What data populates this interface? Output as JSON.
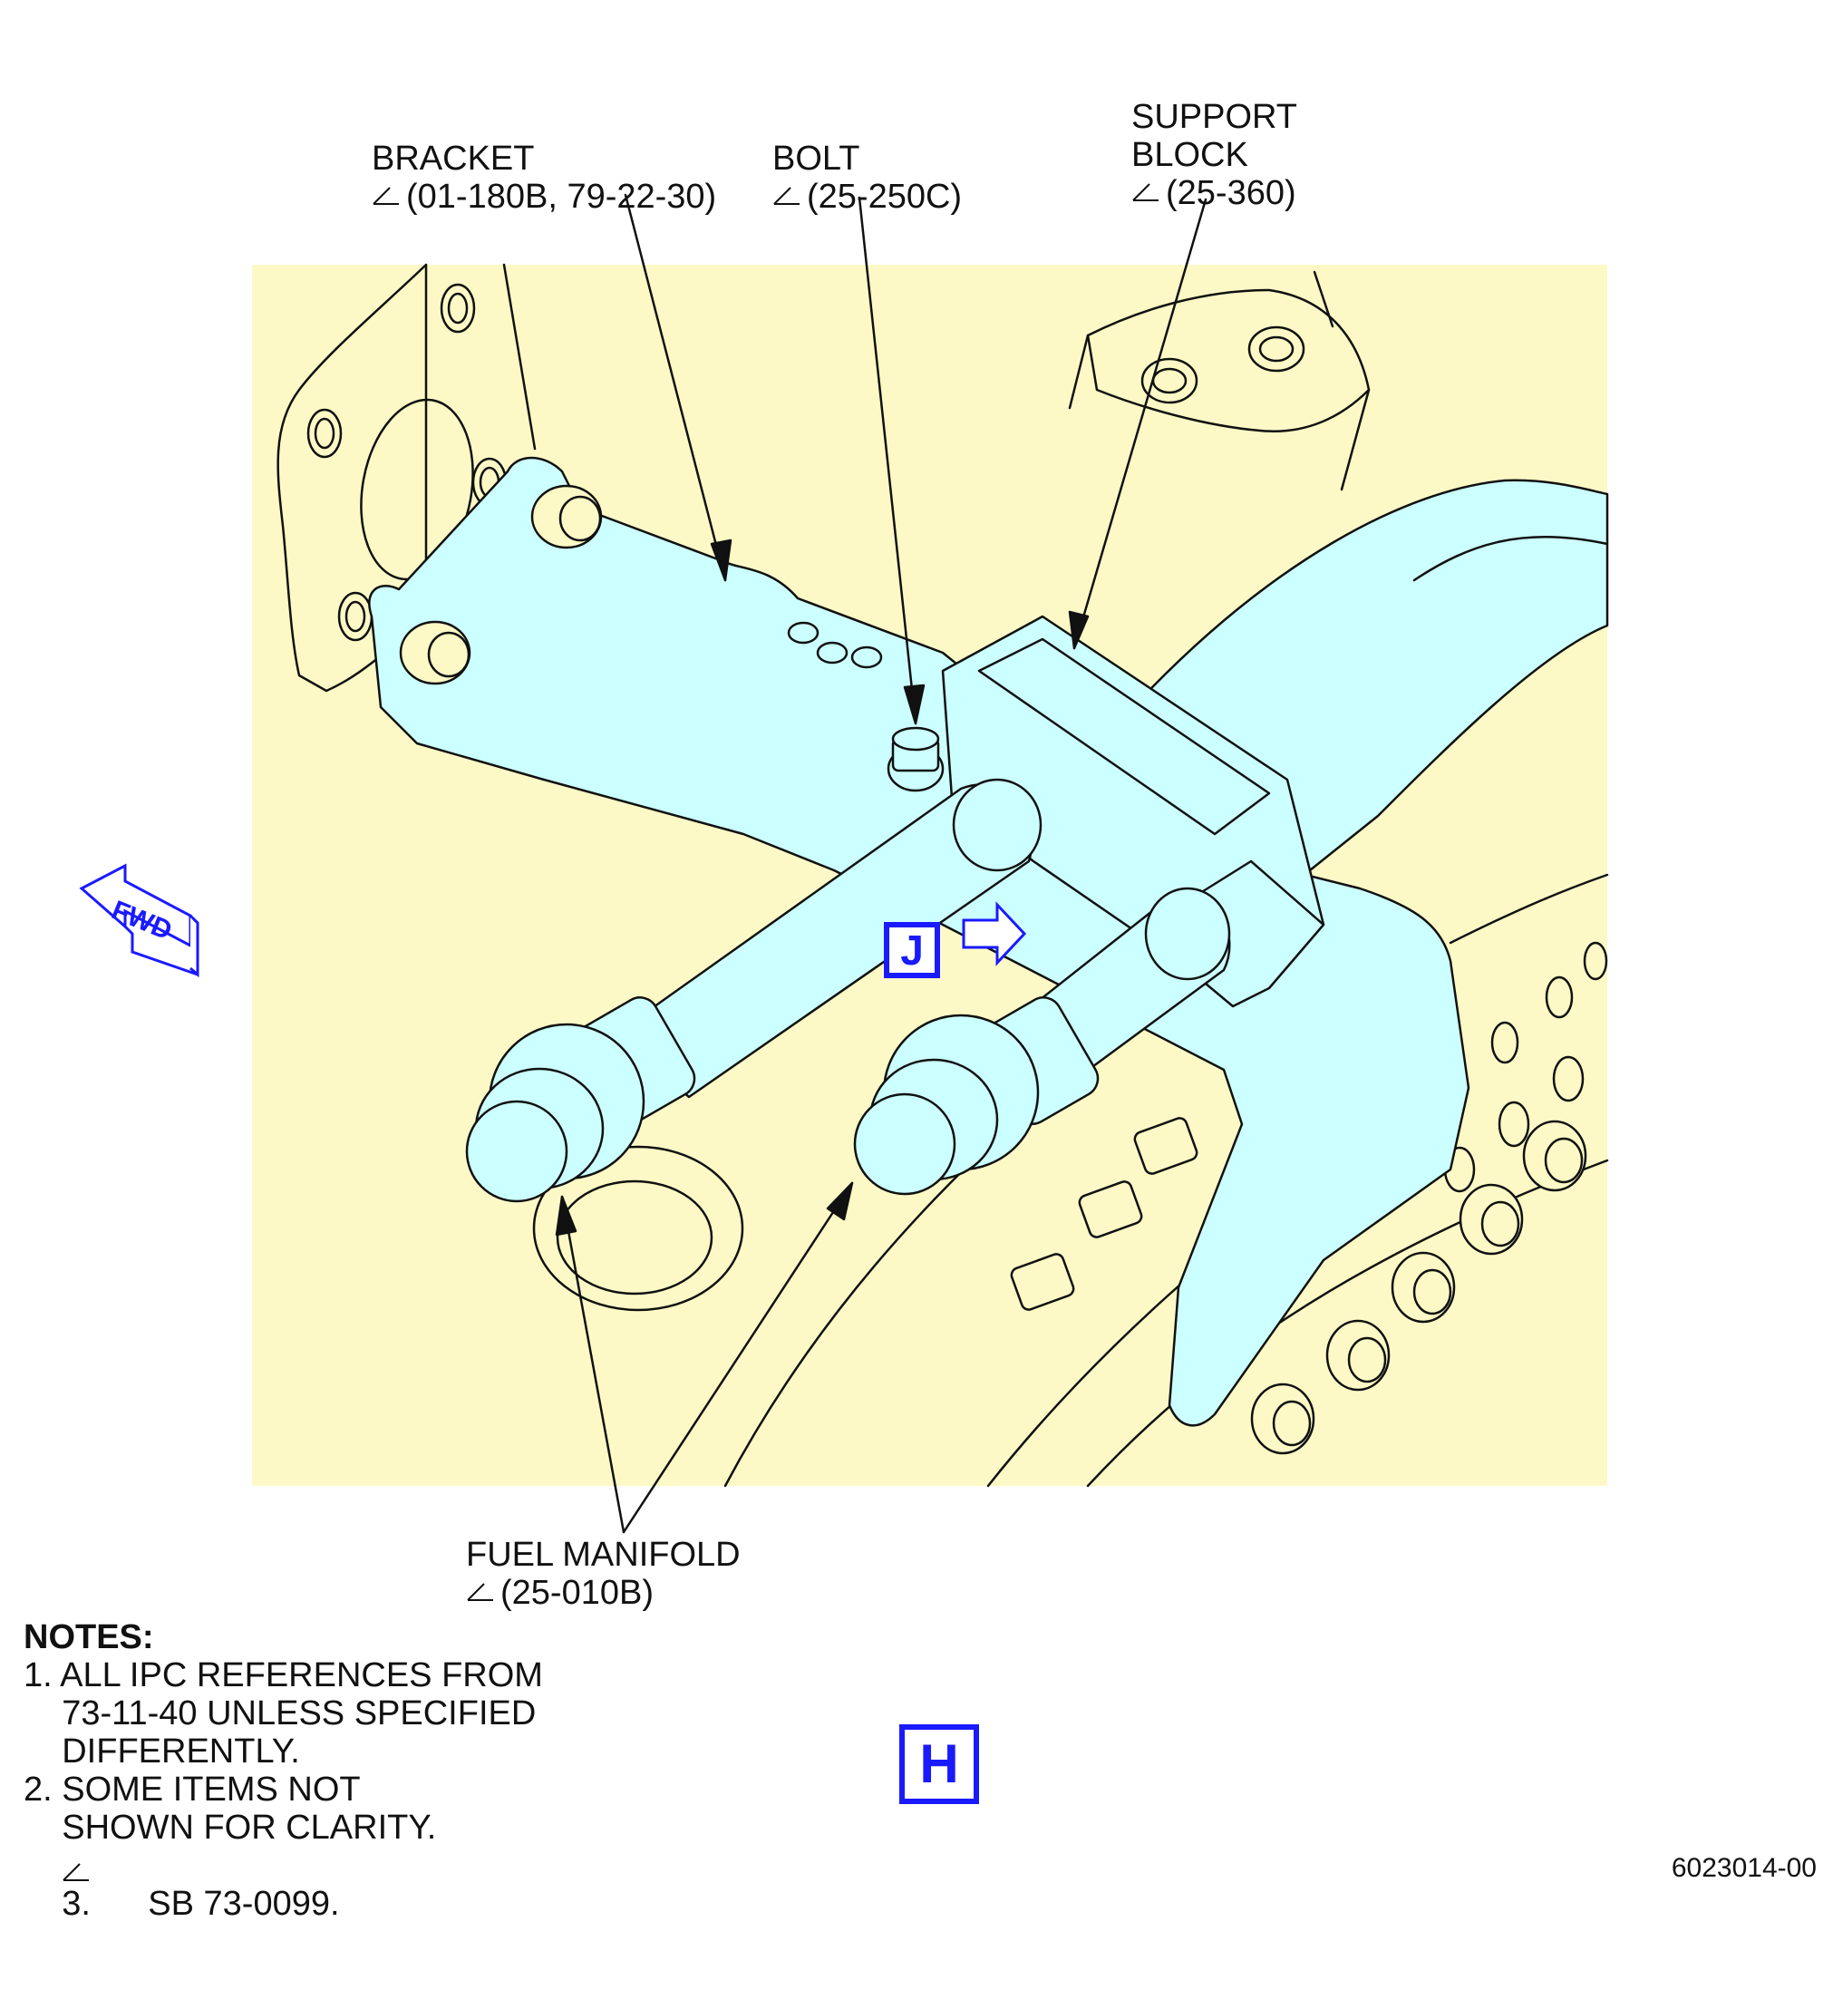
{
  "callouts": {
    "bracket": {
      "name": "BRACKET",
      "ref": "(01-180B, 79-22-30)"
    },
    "bolt": {
      "name": "BOLT",
      "ref": "(25-250C)"
    },
    "support_block": {
      "name_line1": "SUPPORT",
      "name_line2": "BLOCK",
      "ref": "(25-360)"
    },
    "fuel_manifold": {
      "name": "FUEL MANIFOLD",
      "ref": "(25-010B)"
    }
  },
  "direction_arrow": {
    "label": "FWD"
  },
  "view_markers": {
    "j": "J",
    "h": "H"
  },
  "notes": {
    "title": "NOTES:",
    "lines": [
      "1. ALL IPC REFERENCES FROM",
      "    73-11-40 UNLESS SPECIFIED",
      "    DIFFERENTLY.",
      "2. SOME ITEMS NOT",
      "    SHOWN FOR CLARITY.",
      "3.      SB 73-0099."
    ]
  },
  "figure_id": "6023014-00",
  "colors": {
    "background_panel": "#fdf9c6",
    "highlighted_parts": "#ccffff",
    "marker_blue": "#1a1aff",
    "line": "#111111"
  }
}
